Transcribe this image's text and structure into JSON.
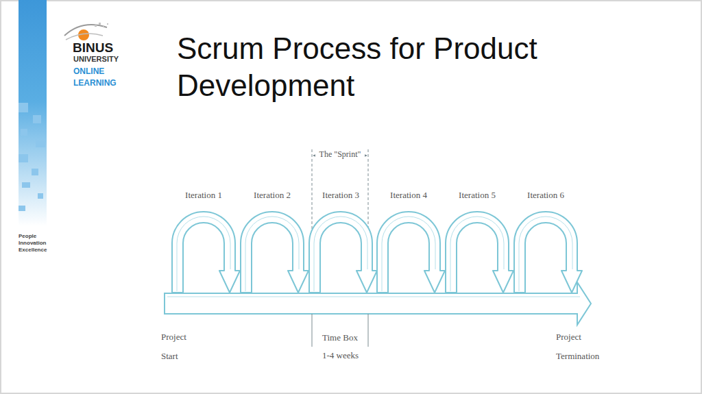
{
  "diagram": {
    "title": "Scrum Process for Product Development",
    "nodes": [
      {
        "text": [
          "Iteration 1"
        ]
      },
      {
        "text": [
          "Iteration 2"
        ]
      },
      {
        "text": [
          "Iteration 3"
        ]
      },
      {
        "text": [
          "Iteration 4"
        ]
      },
      {
        "text": [
          "Iteration 5"
        ]
      },
      {
        "text": [
          "Iteration 6"
        ]
      }
    ],
    "labels": [
      "BINUS",
      "UNIVERSITY",
      "ONLINE",
      "LEARNING",
      "People Innovation Excellence",
      "The \"Sprint\"",
      "Project Start",
      "Time Box 1-4 weeks",
      "Project Termination"
    ]
  }
}
